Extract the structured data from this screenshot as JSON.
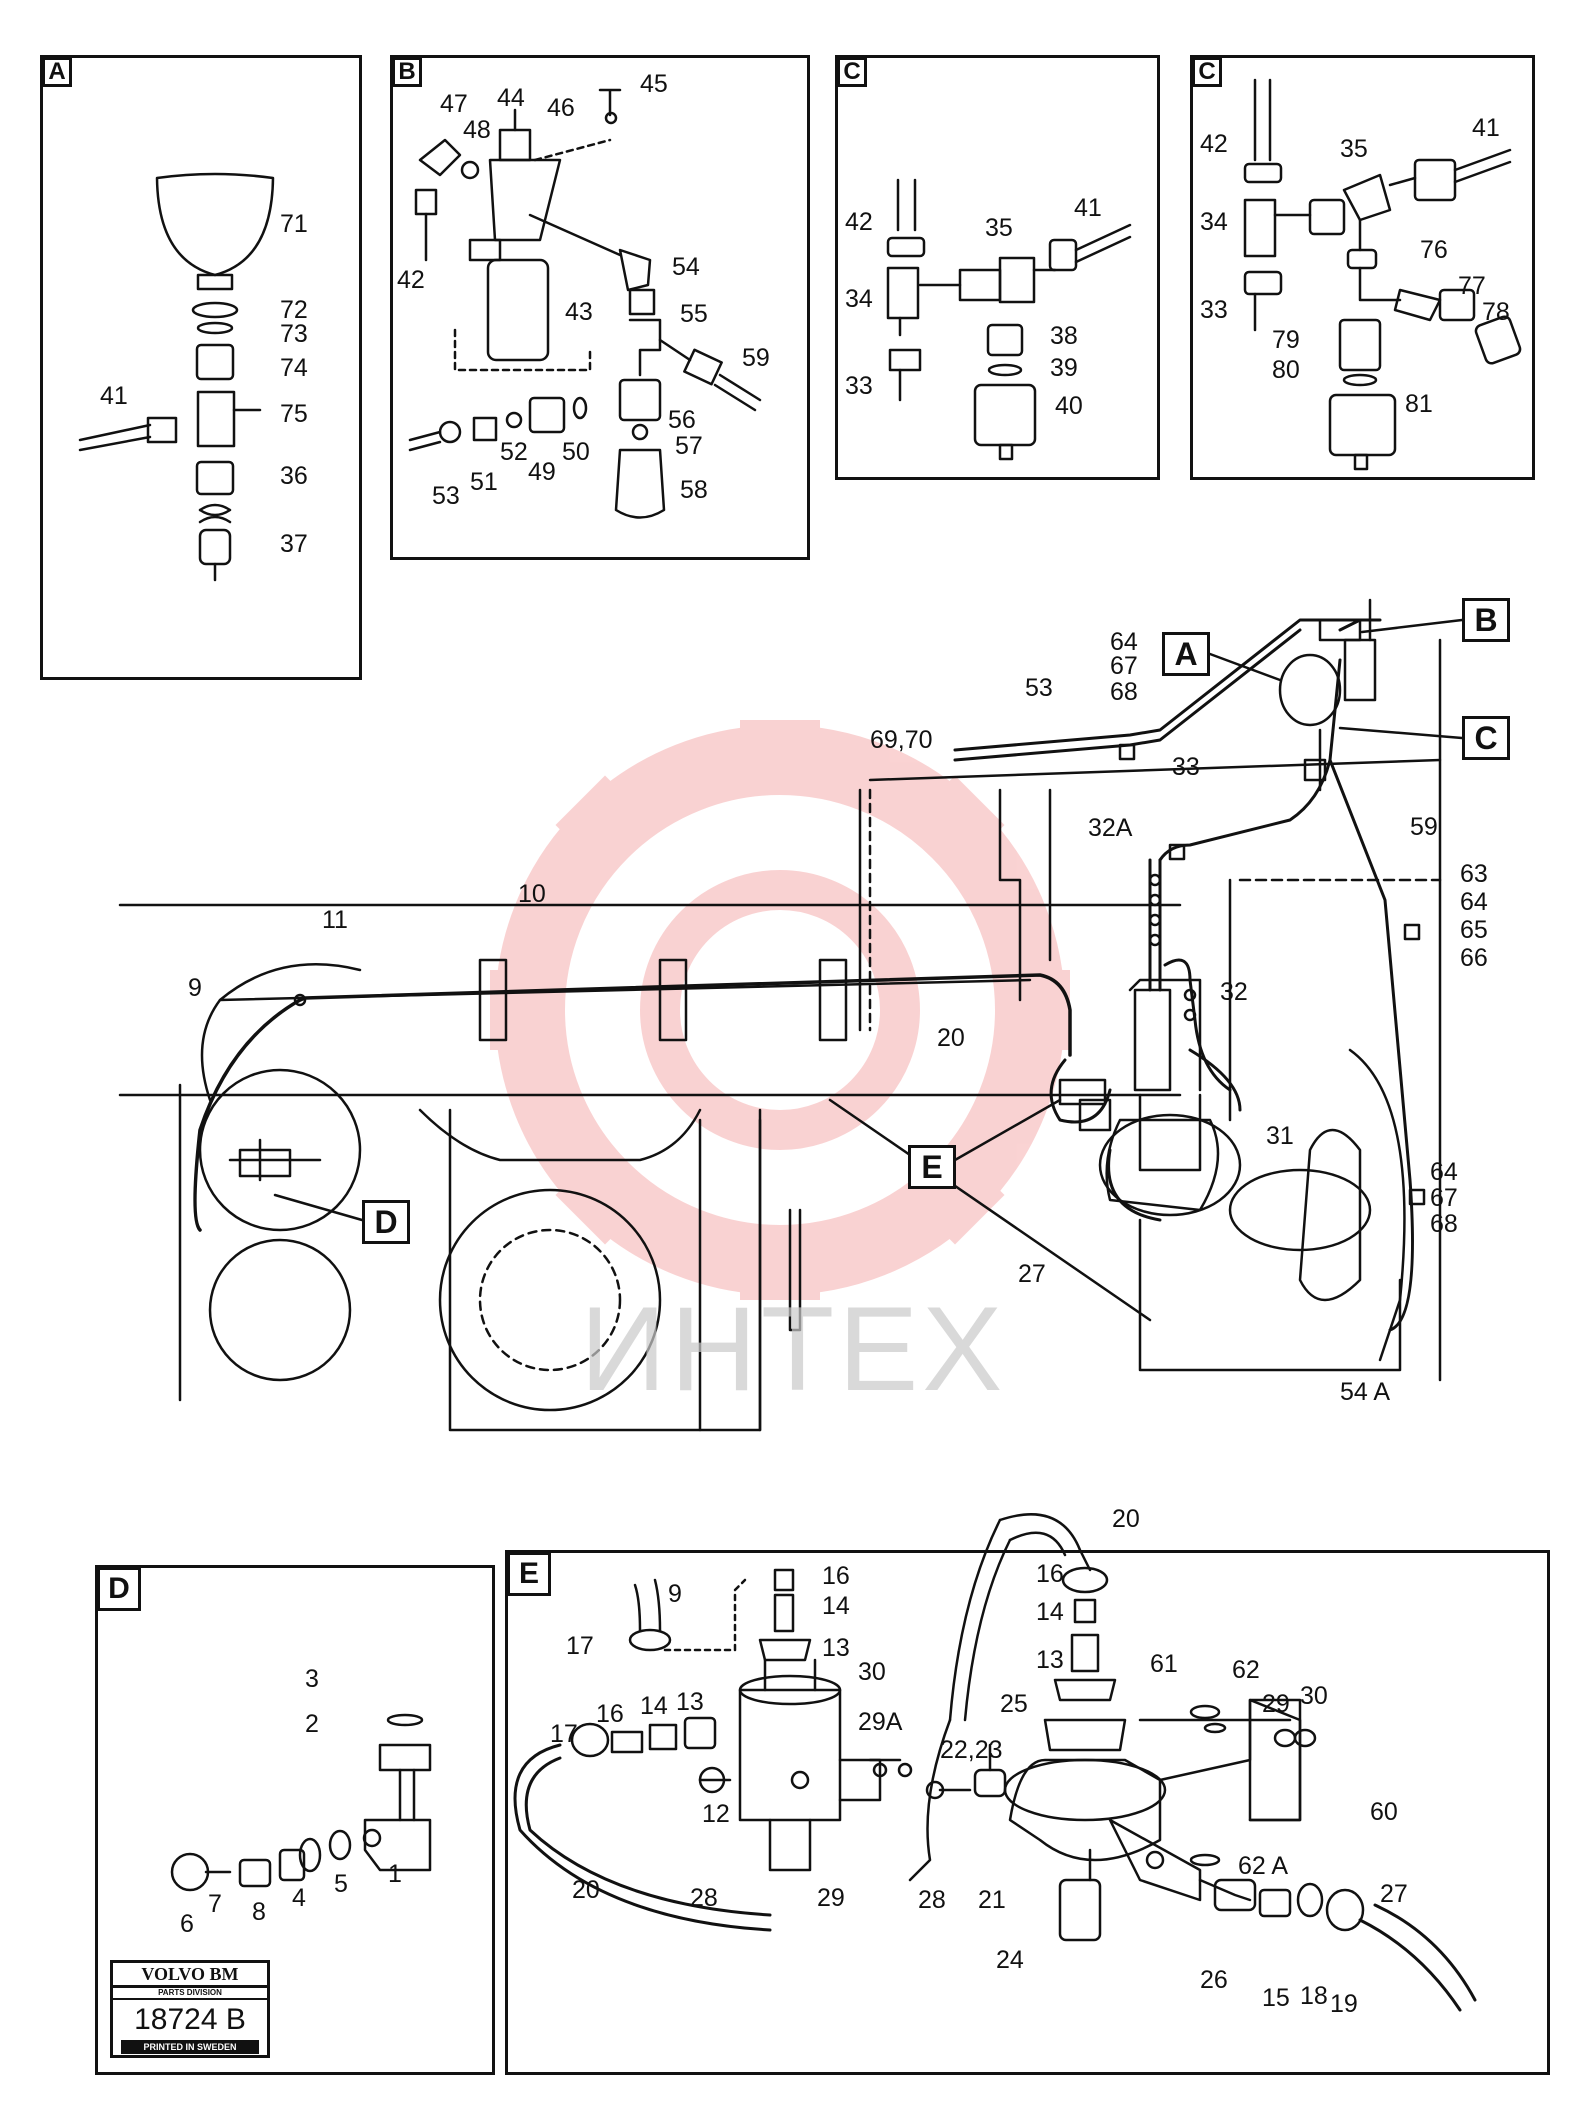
{
  "watermark": {
    "text": "ИНТЕХ",
    "color": "#f4a3a3"
  },
  "detail_boxes": [
    {
      "id": "A",
      "label": "A"
    },
    {
      "id": "B",
      "label": "B"
    },
    {
      "id": "C1",
      "label": "C"
    },
    {
      "id": "C2",
      "label": "C"
    },
    {
      "id": "D",
      "label": "D"
    },
    {
      "id": "E",
      "label": "E"
    }
  ],
  "callouts": {
    "A": "A",
    "B": "B",
    "C": "C",
    "D": "D",
    "E": "E"
  },
  "labels": {
    "A": [
      "71",
      "72",
      "73",
      "74",
      "41",
      "75",
      "36",
      "37"
    ],
    "B": [
      "47",
      "44",
      "46",
      "45",
      "48",
      "42",
      "43",
      "54",
      "55",
      "59",
      "56",
      "57",
      "53",
      "51",
      "52",
      "49",
      "50",
      "58"
    ],
    "C1": [
      "42",
      "35",
      "41",
      "34",
      "38",
      "39",
      "33",
      "40"
    ],
    "C2": [
      "42",
      "35",
      "41",
      "34",
      "76",
      "77",
      "78",
      "33",
      "79",
      "80",
      "81"
    ],
    "main": [
      "64",
      "67",
      "68",
      "53",
      "69,70",
      "33",
      "32A",
      "59",
      "63",
      "64",
      "65",
      "66",
      "10",
      "11",
      "9",
      "20",
      "32",
      "31",
      "64",
      "67",
      "68",
      "27",
      "54 A"
    ],
    "D": [
      "3",
      "2",
      "1",
      "6",
      "7",
      "8",
      "4",
      "5"
    ],
    "E": [
      "20",
      "9",
      "16",
      "14",
      "17",
      "13",
      "17",
      "16",
      "14",
      "13",
      "30",
      "29A",
      "12",
      "28",
      "29",
      "20",
      "16",
      "14",
      "13",
      "25",
      "61",
      "62",
      "29",
      "30",
      "22,23",
      "60",
      "62 A",
      "28",
      "21",
      "24",
      "26",
      "15",
      "18",
      "19",
      "27"
    ]
  },
  "stamp": {
    "brand": "VOLVO BM",
    "division": "PARTS DIVISION",
    "code": "18724 B",
    "printed": "PRINTED IN SWEDEN"
  }
}
